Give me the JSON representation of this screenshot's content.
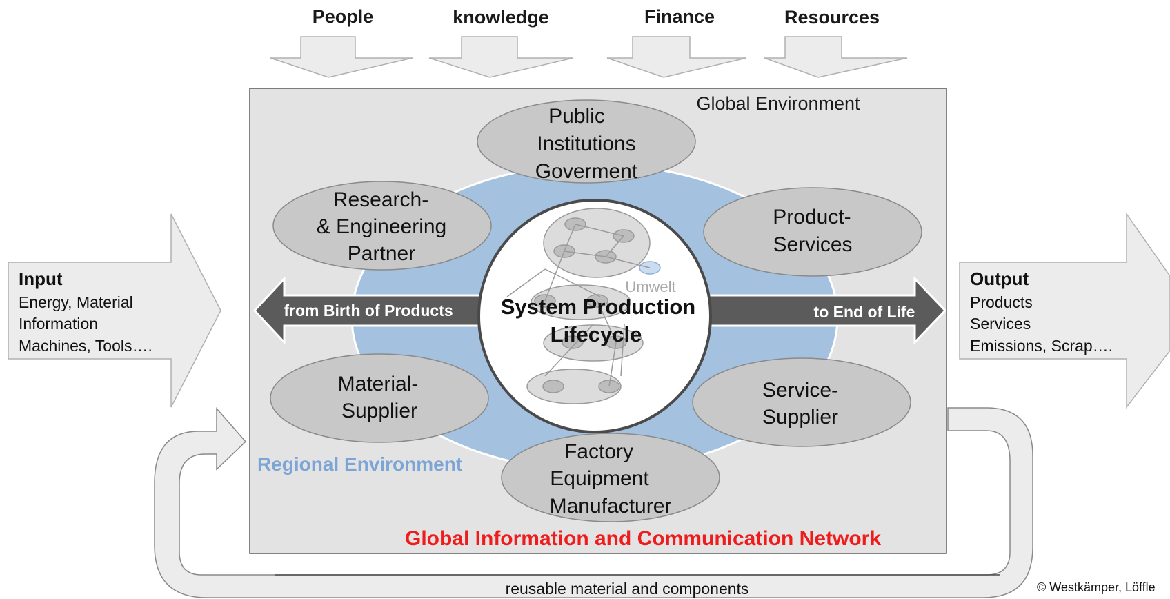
{
  "top_inputs": [
    "People",
    "knowledge",
    "Finance",
    "Resources"
  ],
  "environment": {
    "global": "Global Environment",
    "regional": "Regional Environment",
    "network": "Global Information and Communication Network"
  },
  "nodes": {
    "public": [
      "Public",
      "Institutions",
      "Goverment"
    ],
    "research": [
      "Research-",
      "& Engineering",
      "Partner"
    ],
    "product_services": [
      "Product-",
      "Services"
    ],
    "material": [
      "Material-",
      "Supplier"
    ],
    "service_supplier": [
      "Service-",
      "Supplier"
    ],
    "factory": [
      "Factory",
      "Equipment",
      "Manufacturer"
    ]
  },
  "center": {
    "title_line1": "System Production",
    "title_line2": "Lifecycle",
    "umwelt": "Umwelt"
  },
  "lifecycle_arrow": {
    "left": "from Birth of Products",
    "right": "to End of Life"
  },
  "input": {
    "title": "Input",
    "lines": [
      "Energy, Material",
      "Information",
      "Machines, Tools…."
    ]
  },
  "output": {
    "title": "Output",
    "lines": [
      "Products",
      "Services",
      "Emissions, Scrap…."
    ]
  },
  "loop_label": "reusable material and components",
  "copyright": "© Westkämper, Löffle",
  "colors": {
    "box_bg": "#e3e3e3",
    "regional_blue": "#a4c2e0",
    "regional_text": "#7ca5d6",
    "ellipse_fill": "#c8c8c8",
    "arrow_dark": "#5b5b5b",
    "network_red": "#ee1c1c",
    "light_arrow": "#ececec"
  }
}
